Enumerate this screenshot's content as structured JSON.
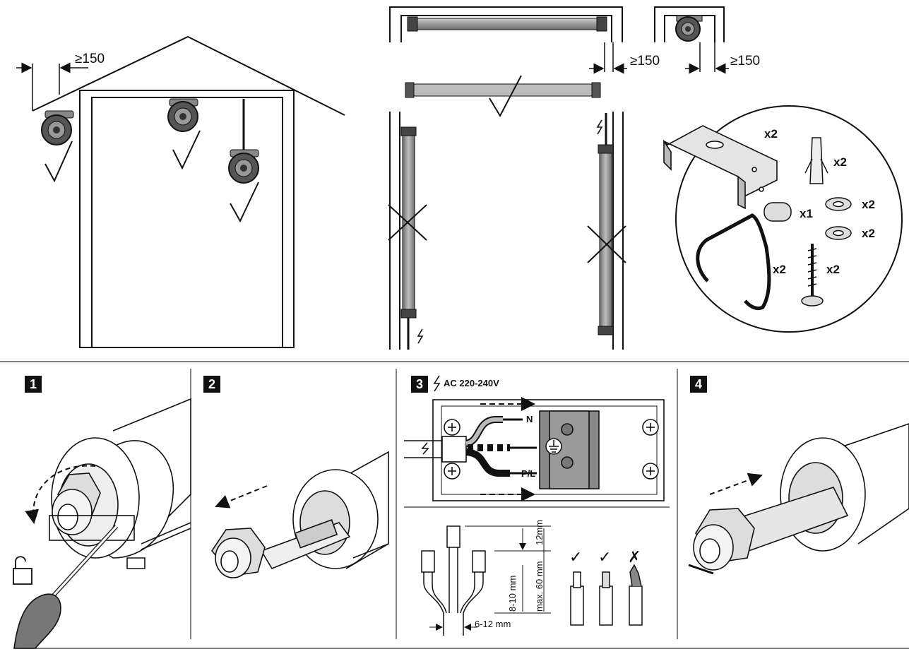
{
  "clearances": {
    "roof_left": "≥150",
    "ceiling_right": "≥150",
    "end_right": "≥150"
  },
  "accessories": {
    "bracket_qty": "x2",
    "anchor_qty": "x2",
    "washer_qty_1": "x2",
    "washer_qty_2": "x2",
    "cap_qty": "x1",
    "hook_qty": "x2",
    "screw_qty": "x2"
  },
  "steps": [
    {
      "num": "1"
    },
    {
      "num": "2"
    },
    {
      "num": "3",
      "title": "AC 220-240V"
    },
    {
      "num": "4"
    }
  ],
  "wiring": {
    "neutral": "N",
    "phase": "P/L"
  },
  "cable_prep": {
    "strip_short": "12mm",
    "strip_long": "max. 60 mm",
    "core_strip": "8-10 mm",
    "cable_diameter": "6-12 mm"
  },
  "wire_ends": {
    "ok_1": "✓",
    "ok_2": "✓",
    "bad": "✗"
  },
  "icons": [
    "lightning-icon",
    "unlock-icon",
    "ground-icon",
    "check-icon",
    "cross-icon"
  ]
}
